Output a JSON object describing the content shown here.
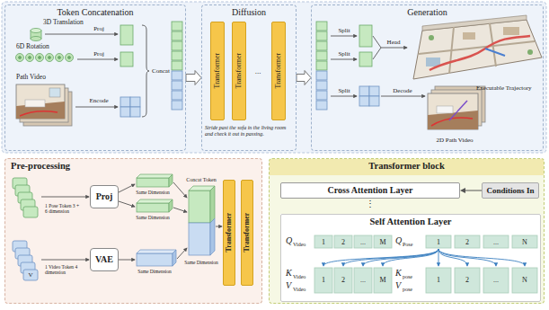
{
  "diagram": {
    "nodes": [
      {
        "text": [
          "Token Concatenation"
        ]
      },
      {
        "text": [
          "Diffusion"
        ]
      },
      {
        "text": [
          "Transformer"
        ],
        "in": 1
      },
      {
        "text": [
          "Transformer"
        ],
        "in": 1
      },
      {
        "text": [
          "Transformer"
        ],
        "in": 1
      },
      {
        "text": [
          "Generation"
        ]
      },
      {
        "text": [
          "Pre-processing"
        ]
      },
      {
        "text": [
          "Proj"
        ],
        "in": 6
      },
      {
        "text": [
          "VAE"
        ],
        "in": 6
      },
      {
        "text": [
          "Transformer"
        ],
        "in": 6
      },
      {
        "text": [
          "Transformer"
        ],
        "in": 6
      },
      {
        "text": [
          "Transformer block"
        ]
      },
      {
        "text": [
          "Cross Attention Layer"
        ],
        "in": 11
      },
      {
        "text": [
          "Conditions In"
        ],
        "in": 11
      },
      {
        "text": [
          "Self Attention Layer"
        ],
        "in": 11
      }
    ],
    "edges": [
      {
        "from": 0,
        "to": 1,
        "arrow": "to"
      },
      {
        "from": 1,
        "to": 5,
        "arrow": "to"
      },
      {
        "from": 13,
        "to": 12,
        "arrow": "to"
      }
    ],
    "labels": [
      "3D Translation",
      "6D Rotation",
      "Path Video",
      "Proj",
      "Proj",
      "Encode",
      "Concat",
      "...",
      "Stride past the sofa in the living room and check it out in passing.",
      "Split",
      "Split",
      "Split",
      "Head",
      "Executable Trajectory",
      "Decode",
      "2D Path Video",
      "1 Pose Token 3 + 6 dimension",
      "V",
      "1 Video Token 4 dimension",
      "Same Dimension",
      "Same Dimension",
      "Same Dimension",
      "Concat Token",
      "Same Dimension",
      "⋮",
      "Q",
      "Video",
      "1",
      "2",
      "...",
      "M",
      "Q",
      "Pose",
      "1",
      "2",
      "...",
      "N",
      "K",
      "Video",
      "V",
      "Video",
      "1",
      "2",
      "...",
      "M",
      "K",
      "pose",
      "V",
      "pose",
      "1",
      "2",
      "...",
      "N"
    ]
  }
}
